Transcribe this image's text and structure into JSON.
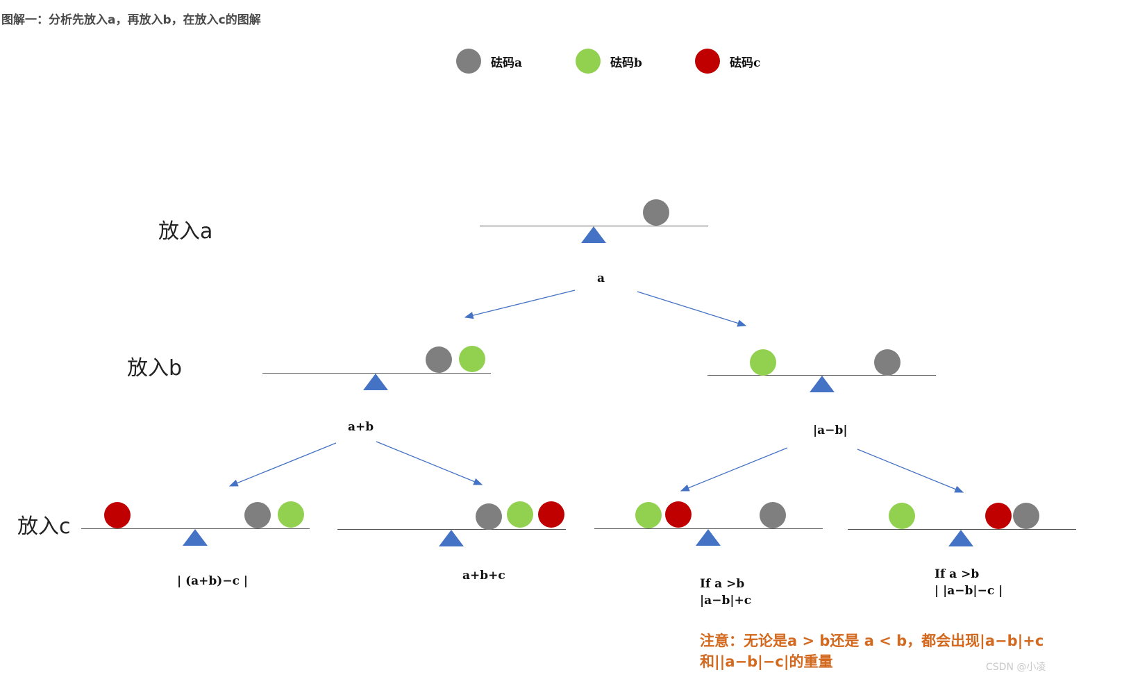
{
  "heading": "图解一：分析先放入a，再放入b，在放入c的图解",
  "legend": [
    {
      "label": "砝码a",
      "color": "#7f7f7f"
    },
    {
      "label": "砝码b",
      "color": "#92d050"
    },
    {
      "label": "砝码c",
      "color": "#c00000"
    }
  ],
  "rows": {
    "a": "放入a",
    "b": "放入b",
    "c": "放入c"
  },
  "results": {
    "r1": "a",
    "r2_left": "a+b",
    "r2_right": "|a−b|",
    "r3_1": "| (a+b)−c |",
    "r3_2": "a+b+c",
    "r3_3_cond": "If a >b",
    "r3_3_expr": "|a−b|+c",
    "r3_4_cond": "If a >b",
    "r3_4_expr": "| |a−b|−c |"
  },
  "note": {
    "line1": "注意：无论是a > b还是 a < b，都会出现|a−b|+c",
    "line2": "和||a−b|−c|的重量"
  },
  "watermark": "CSDN @小凌"
}
